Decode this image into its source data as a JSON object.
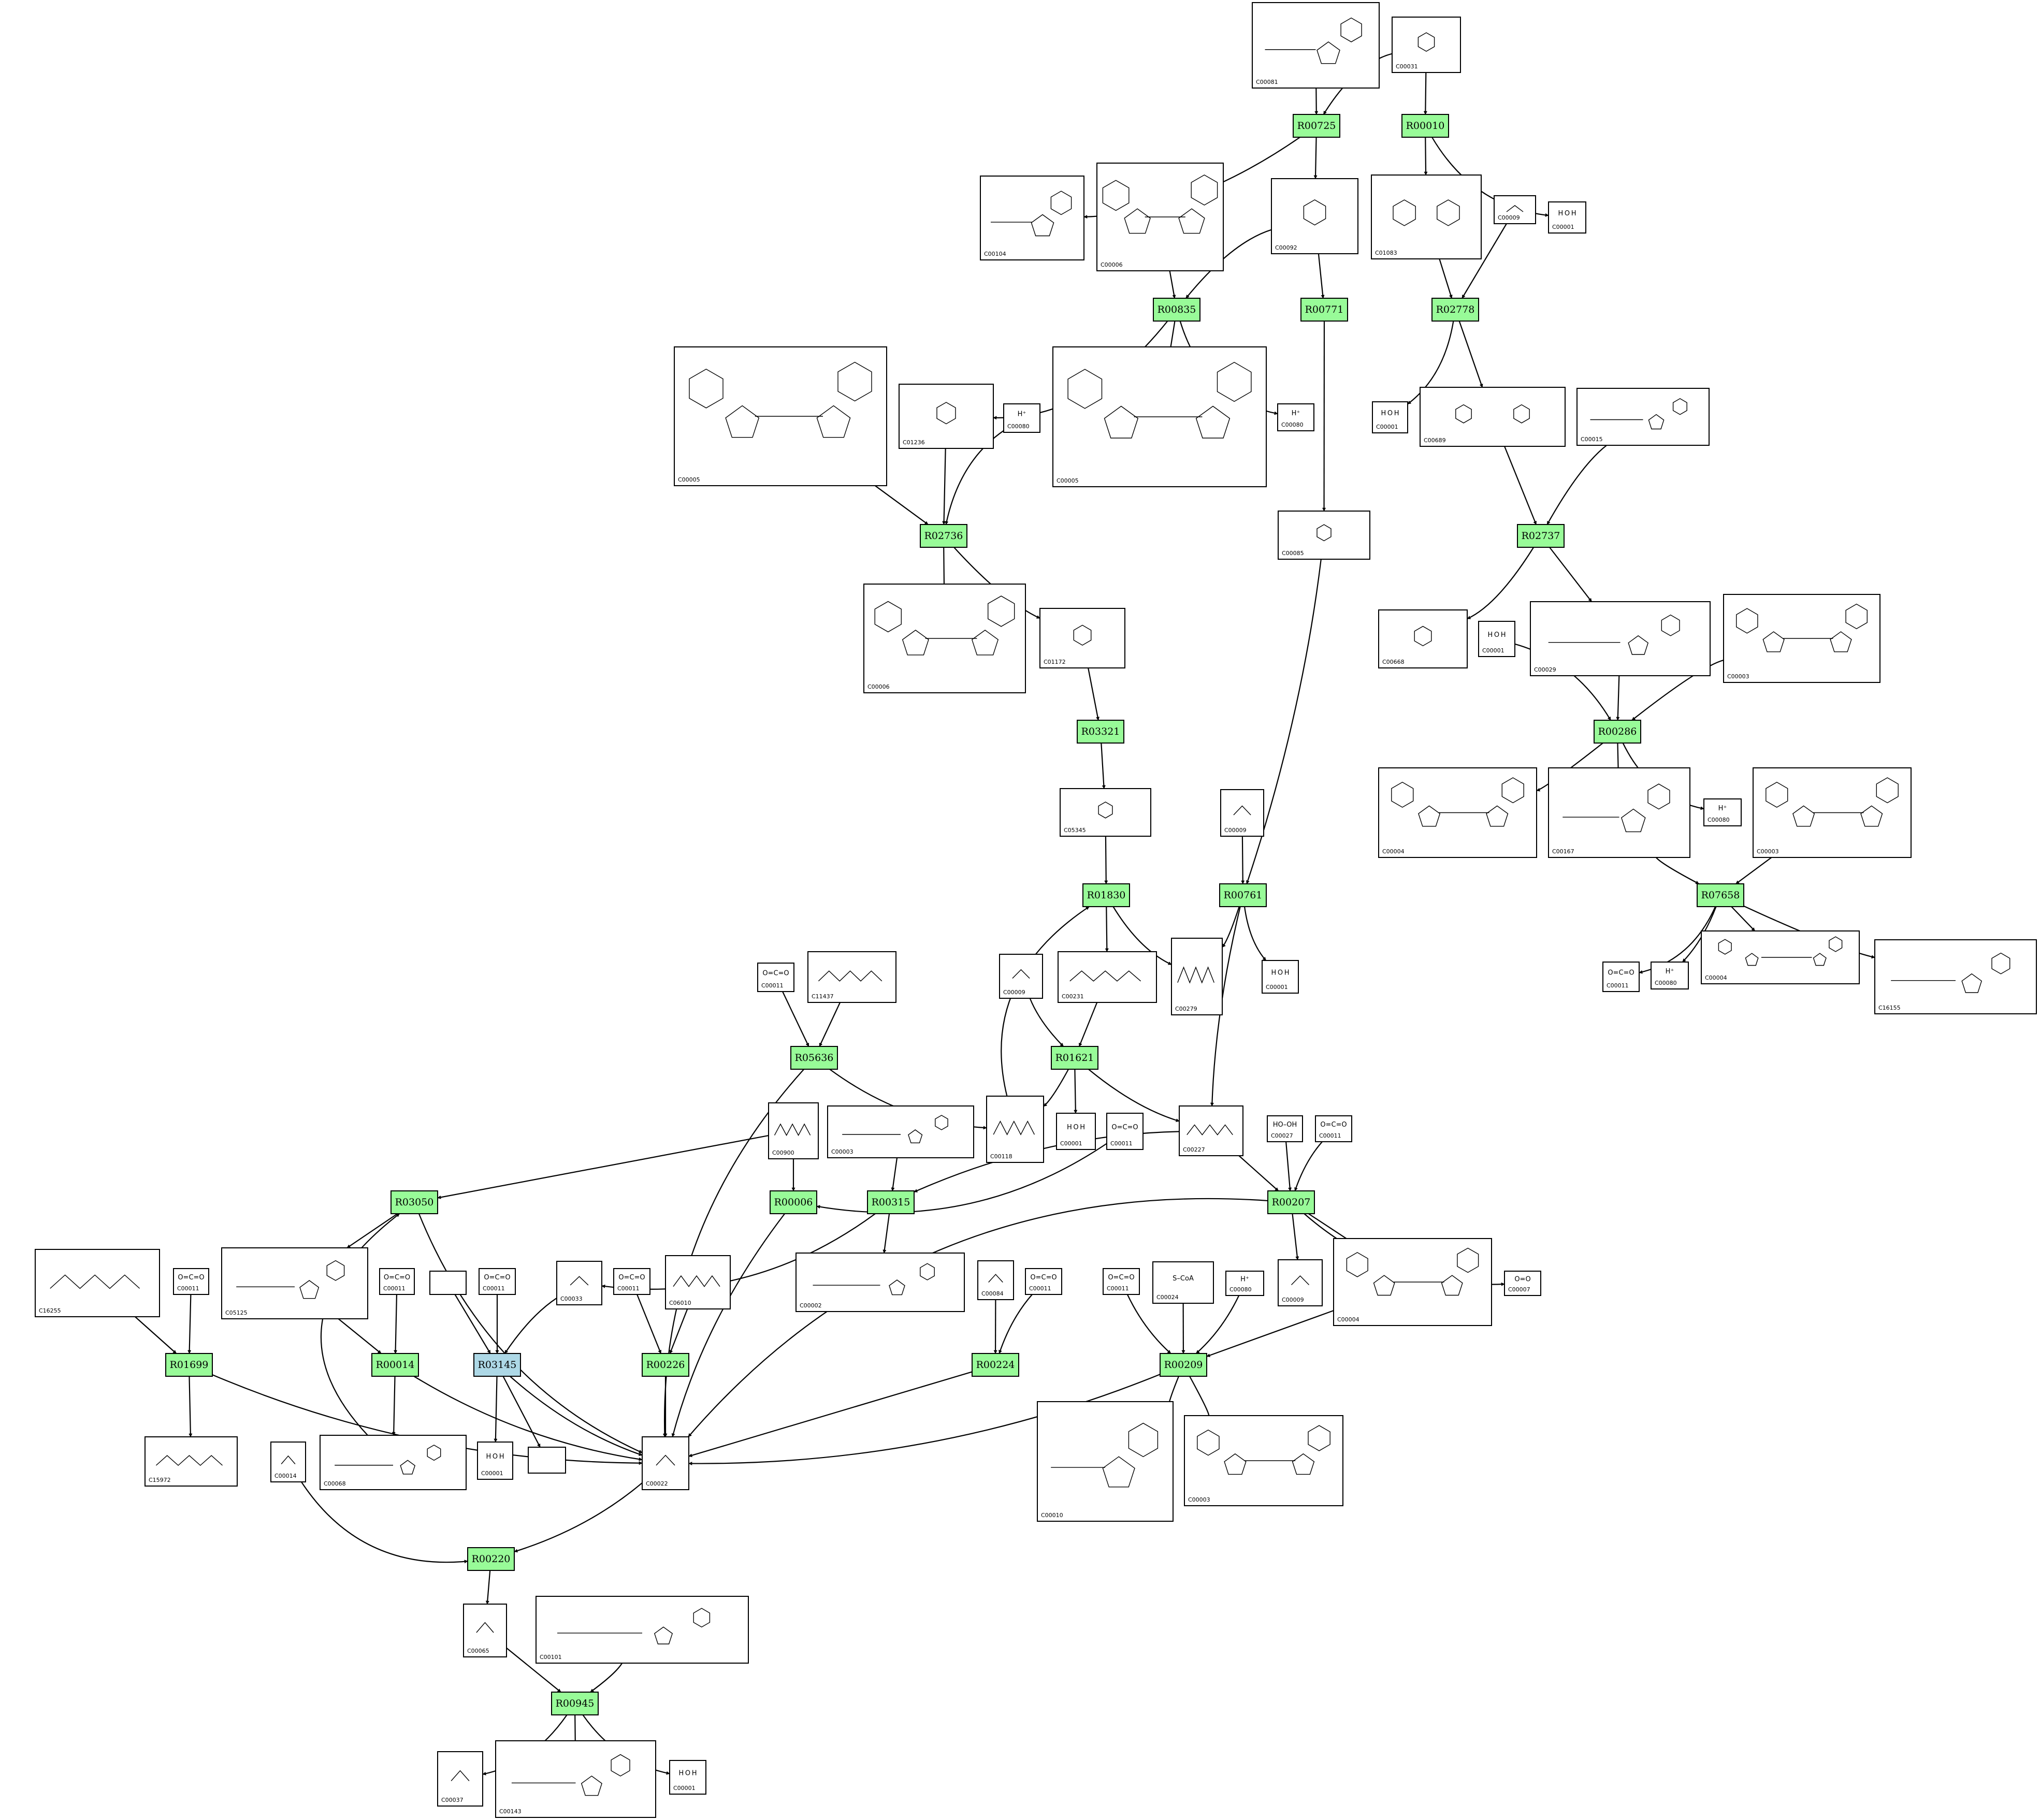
{
  "colors": {
    "reaction": "#98fb98",
    "reaction_alt": "#add8e6",
    "stroke": "#000000",
    "background": "#ffffff"
  },
  "reactions": [
    {
      "id": "R00725",
      "type": "normal"
    },
    {
      "id": "R00010",
      "type": "normal"
    },
    {
      "id": "R00835",
      "type": "normal"
    },
    {
      "id": "R00771",
      "type": "normal"
    },
    {
      "id": "R02778",
      "type": "normal"
    },
    {
      "id": "R02736",
      "type": "normal"
    },
    {
      "id": "R02737",
      "type": "normal"
    },
    {
      "id": "R03321",
      "type": "normal"
    },
    {
      "id": "R00286",
      "type": "normal"
    },
    {
      "id": "R01830",
      "type": "normal"
    },
    {
      "id": "R00761",
      "type": "normal"
    },
    {
      "id": "R07658",
      "type": "normal"
    },
    {
      "id": "R05636",
      "type": "normal"
    },
    {
      "id": "R01621",
      "type": "normal"
    },
    {
      "id": "R03050",
      "type": "normal"
    },
    {
      "id": "R00006",
      "type": "normal"
    },
    {
      "id": "R00315",
      "type": "normal"
    },
    {
      "id": "R00207",
      "type": "normal"
    },
    {
      "id": "R01699",
      "type": "normal"
    },
    {
      "id": "R00014",
      "type": "normal"
    },
    {
      "id": "R03145",
      "type": "alt"
    },
    {
      "id": "R00226",
      "type": "normal"
    },
    {
      "id": "R00224",
      "type": "normal"
    },
    {
      "id": "R00209",
      "type": "normal"
    },
    {
      "id": "R00220",
      "type": "normal"
    },
    {
      "id": "R00945",
      "type": "normal"
    }
  ],
  "compounds": [
    {
      "id": "C00081",
      "struct": "",
      "kind": "nuc"
    },
    {
      "id": "C00031",
      "struct": "",
      "kind": "sugar"
    },
    {
      "id": "C00104",
      "struct": "",
      "kind": "nuc"
    },
    {
      "id": "C00006",
      "struct": "",
      "kind": "nad"
    },
    {
      "id": "C00092",
      "struct": "",
      "kind": "sugar"
    },
    {
      "id": "C01083",
      "struct": "",
      "kind": "sugar2"
    },
    {
      "id": "C00009",
      "struct": "",
      "kind": "small"
    },
    {
      "id": "C00001",
      "struct": "H O H",
      "kind": "small"
    },
    {
      "id": "C00005",
      "struct": "",
      "kind": "nad"
    },
    {
      "id": "C01236",
      "struct": "",
      "kind": "sugar"
    },
    {
      "id": "C00080",
      "struct": "H⁺",
      "kind": "small"
    },
    {
      "id": "C00689",
      "struct": "",
      "kind": "sugar2"
    },
    {
      "id": "C00015",
      "struct": "",
      "kind": "nuc"
    },
    {
      "id": "C00085",
      "struct": "",
      "kind": "sugar"
    },
    {
      "id": "C01172",
      "struct": "",
      "kind": "sugar"
    },
    {
      "id": "C00668",
      "struct": "",
      "kind": "sugar"
    },
    {
      "id": "C00029",
      "struct": "",
      "kind": "nuc"
    },
    {
      "id": "C00003",
      "struct": "",
      "kind": "nad"
    },
    {
      "id": "C05345",
      "struct": "",
      "kind": "sugar"
    },
    {
      "id": "C00004",
      "struct": "",
      "kind": "nad"
    },
    {
      "id": "C00167",
      "struct": "",
      "kind": "nuc"
    },
    {
      "id": "C11437",
      "struct": "",
      "kind": "chain"
    },
    {
      "id": "C00231",
      "struct": "",
      "kind": "chain"
    },
    {
      "id": "C00279",
      "struct": "",
      "kind": "chain"
    },
    {
      "id": "C16155",
      "struct": "",
      "kind": "nuc"
    },
    {
      "id": "C00118",
      "struct": "",
      "kind": "chain"
    },
    {
      "id": "C00900",
      "struct": "",
      "kind": "chain"
    },
    {
      "id": "C00227",
      "struct": "",
      "kind": "chain"
    },
    {
      "id": "C00027",
      "struct": "HO–OH",
      "kind": "small"
    },
    {
      "id": "C00011",
      "struct": "O=C=O",
      "kind": "small"
    },
    {
      "id": "C16255",
      "struct": "",
      "kind": "chain"
    },
    {
      "id": "C05125",
      "struct": "",
      "kind": "nuc"
    },
    {
      "id": "C00033",
      "struct": "",
      "kind": "small"
    },
    {
      "id": "C06010",
      "struct": "",
      "kind": "chain"
    },
    {
      "id": "C00002",
      "struct": "",
      "kind": "nuc"
    },
    {
      "id": "C00084",
      "struct": "",
      "kind": "small"
    },
    {
      "id": "C00024",
      "struct": "S–CoA",
      "kind": "chain"
    },
    {
      "id": "C00007",
      "struct": "O=O",
      "kind": "small"
    },
    {
      "id": "C15972",
      "struct": "",
      "kind": "chain"
    },
    {
      "id": "C00014",
      "struct": "",
      "kind": "small"
    },
    {
      "id": "C00068",
      "struct": "",
      "kind": "nuc"
    },
    {
      "id": "C00022",
      "struct": "",
      "kind": "small"
    },
    {
      "id": "C00010",
      "struct": "",
      "kind": "nuc"
    },
    {
      "id": "C00065",
      "struct": "",
      "kind": "small"
    },
    {
      "id": "C00101",
      "struct": "",
      "kind": "nuc"
    },
    {
      "id": "C00037",
      "struct": "",
      "kind": "small"
    },
    {
      "id": "C00143",
      "struct": "",
      "kind": "nuc"
    },
    {
      "id": "",
      "struct": "",
      "kind": "blank"
    }
  ]
}
